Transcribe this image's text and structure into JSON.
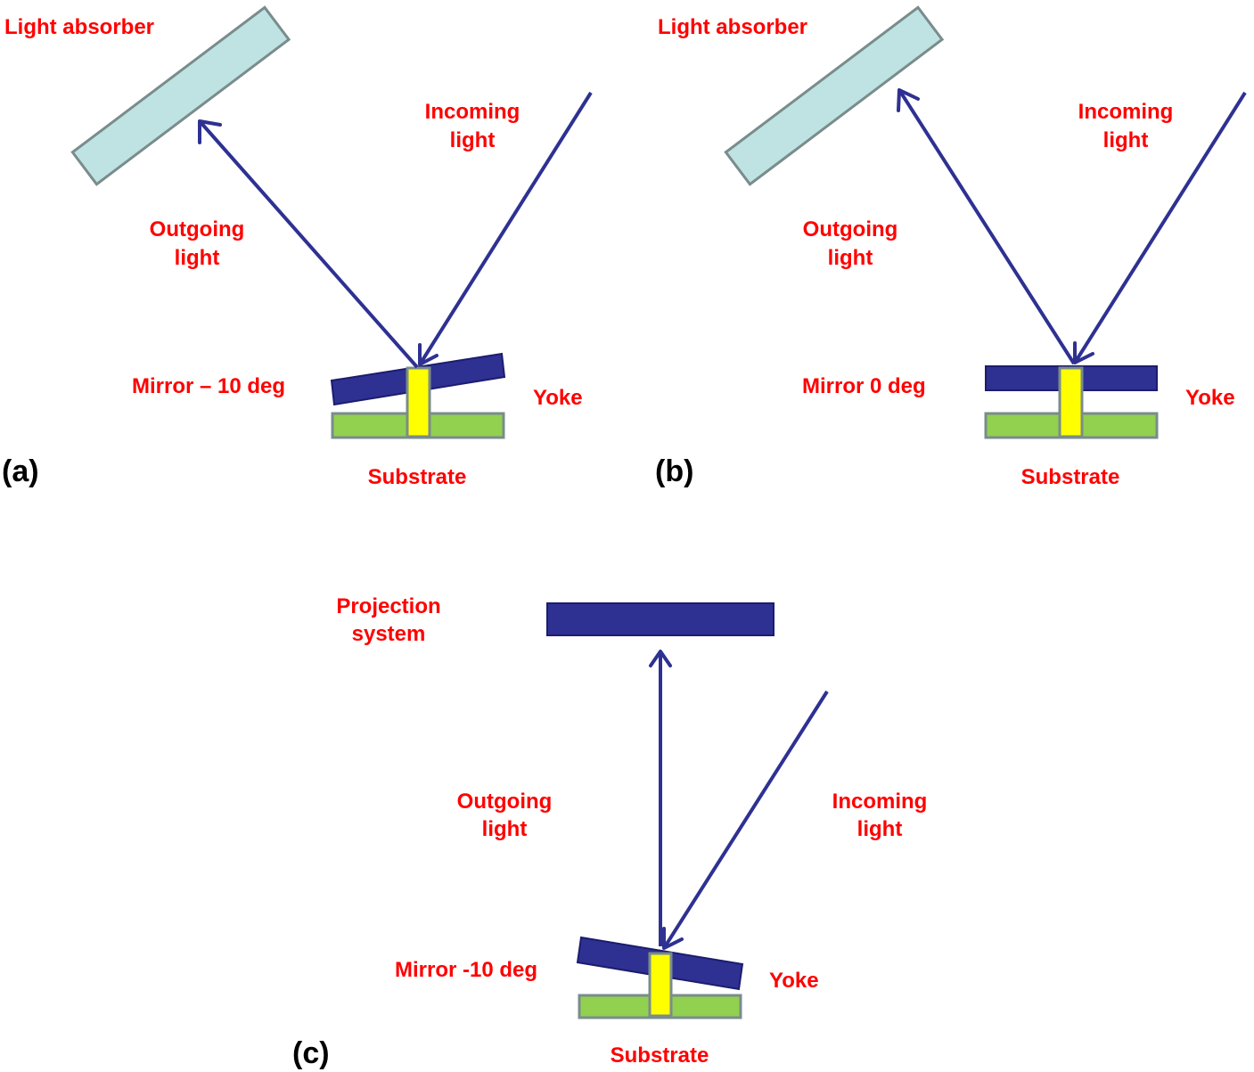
{
  "colors": {
    "label": "#ff0000",
    "ray": "#2e3192",
    "mirror": "#2e3192",
    "absorber": "#bfe3e3",
    "substrate": "#92d050",
    "yoke": "#ffff00",
    "projection": "#2e3192"
  },
  "panel_a": {
    "panel_label": "(a)",
    "absorber_label": "Light absorber",
    "incoming_label_1": "Incoming",
    "incoming_label_2": "light",
    "outgoing_label_1": "Outgoing",
    "outgoing_label_2": "light",
    "mirror_label": "Mirror – 10 deg",
    "yoke_label": "Yoke",
    "substrate_label": "Substrate"
  },
  "panel_b": {
    "panel_label": "(b)",
    "absorber_label": "Light absorber",
    "incoming_label_1": "Incoming",
    "incoming_label_2": "light",
    "outgoing_label_1": "Outgoing",
    "outgoing_label_2": "light",
    "mirror_label": "Mirror 0 deg",
    "yoke_label": "Yoke",
    "substrate_label": "Substrate"
  },
  "panel_c": {
    "panel_label": "(c)",
    "projection_label_1": "Projection",
    "projection_label_2": "system",
    "incoming_label_1": "Incoming",
    "incoming_label_2": "light",
    "outgoing_label_1": "Outgoing",
    "outgoing_label_2": "light",
    "mirror_label": "Mirror -10 deg",
    "yoke_label": "Yoke",
    "substrate_label": "Substrate"
  }
}
